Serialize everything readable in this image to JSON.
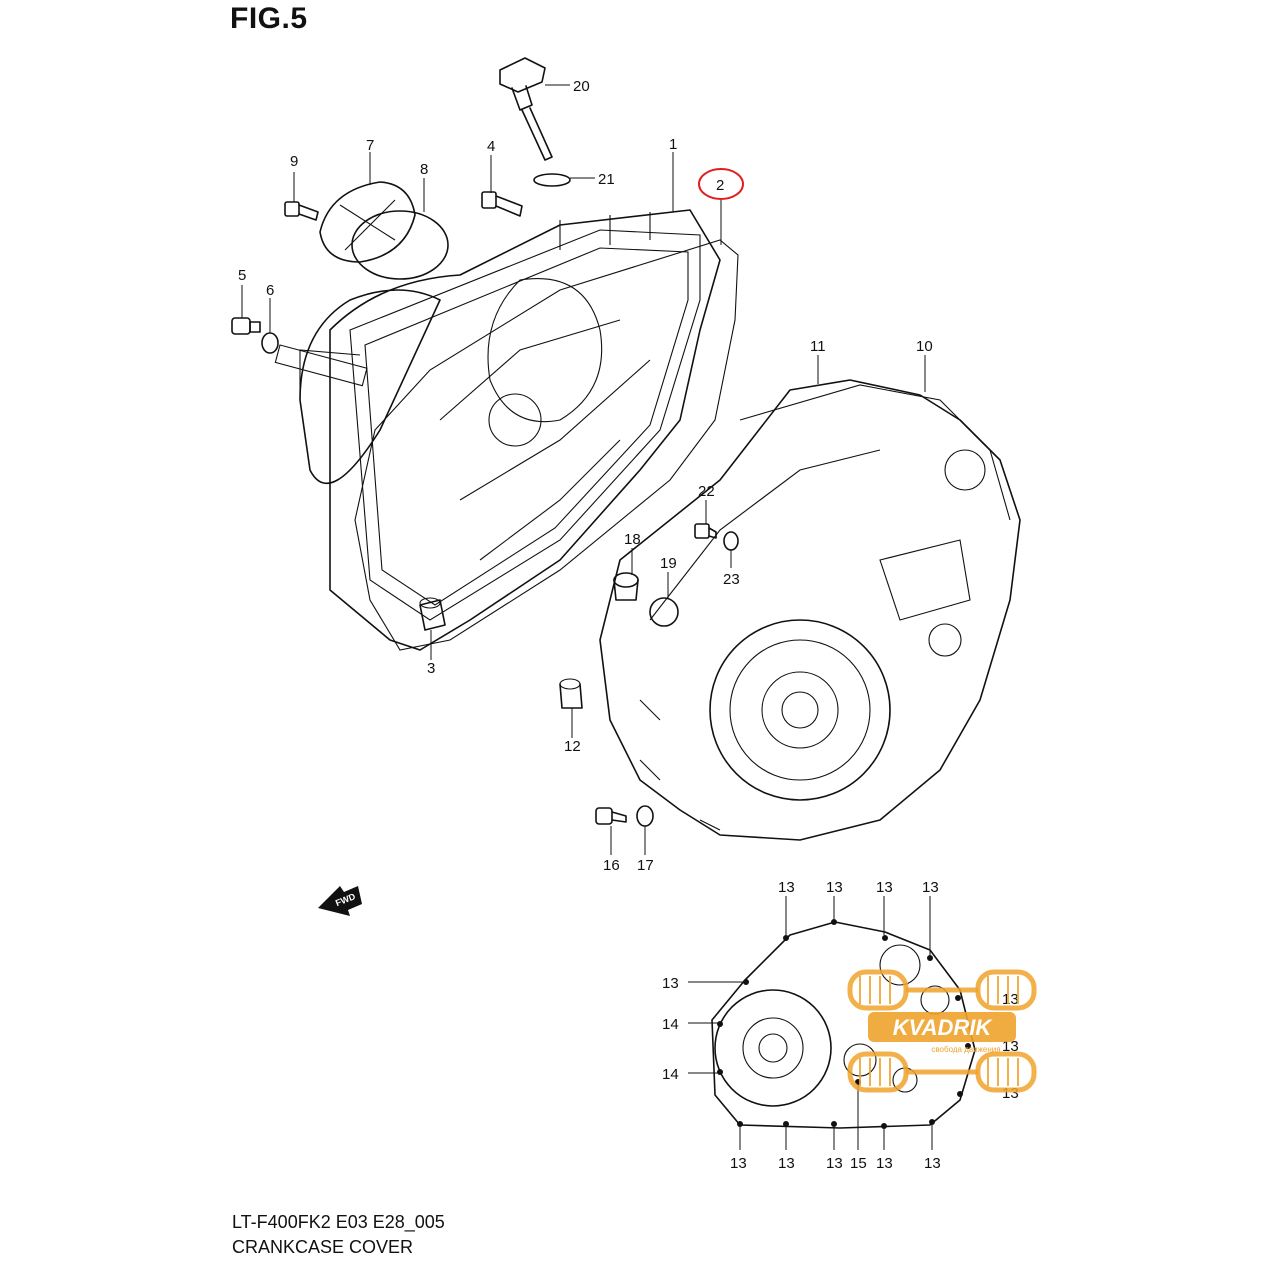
{
  "figure": {
    "title": "FIG.5"
  },
  "footer": {
    "model_code": "LT-F400FK2 E03 E28_005",
    "caption": "CRANKCASE COVER"
  },
  "watermark": {
    "brand": "KVADRIK",
    "tagline": "свобода движения",
    "color": "#f0a32c"
  },
  "fwd_arrow": {
    "label": "FWD"
  },
  "highlight": {
    "part": "2",
    "color": "#e02020"
  },
  "callouts": {
    "p1": "1",
    "p2": "2",
    "p3": "3",
    "p4": "4",
    "p5": "5",
    "p6": "6",
    "p7": "7",
    "p8": "8",
    "p9": "9",
    "p10": "10",
    "p11": "11",
    "p12": "12",
    "p16": "16",
    "p17": "17",
    "p18": "18",
    "p19": "19",
    "p20": "20",
    "p21": "21",
    "p22": "22",
    "p23": "23",
    "p13": "13",
    "p14": "14",
    "p15": "15"
  }
}
